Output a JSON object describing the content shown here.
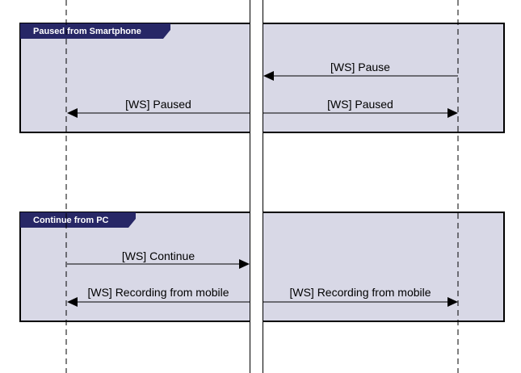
{
  "fragments": [
    {
      "title": "Paused from Smartphone",
      "messages": [
        {
          "label": "[WS] Pause",
          "from": "smartphone",
          "to": "server"
        },
        {
          "label": "[WS] Paused",
          "from": "server",
          "to": "pc"
        },
        {
          "label": "[WS] Paused",
          "from": "server",
          "to": "smartphone"
        }
      ]
    },
    {
      "title": "Continue from PC",
      "messages": [
        {
          "label": "[WS] Continue",
          "from": "pc",
          "to": "server"
        },
        {
          "label": "[WS] Recording from mobile",
          "from": "server",
          "to": "pc"
        },
        {
          "label": "[WS] Recording from mobile",
          "from": "server",
          "to": "smartphone"
        }
      ]
    }
  ],
  "colors": {
    "fragment_fill": "#d8d8e6",
    "fragment_header": "#272766",
    "line": "#000000"
  }
}
